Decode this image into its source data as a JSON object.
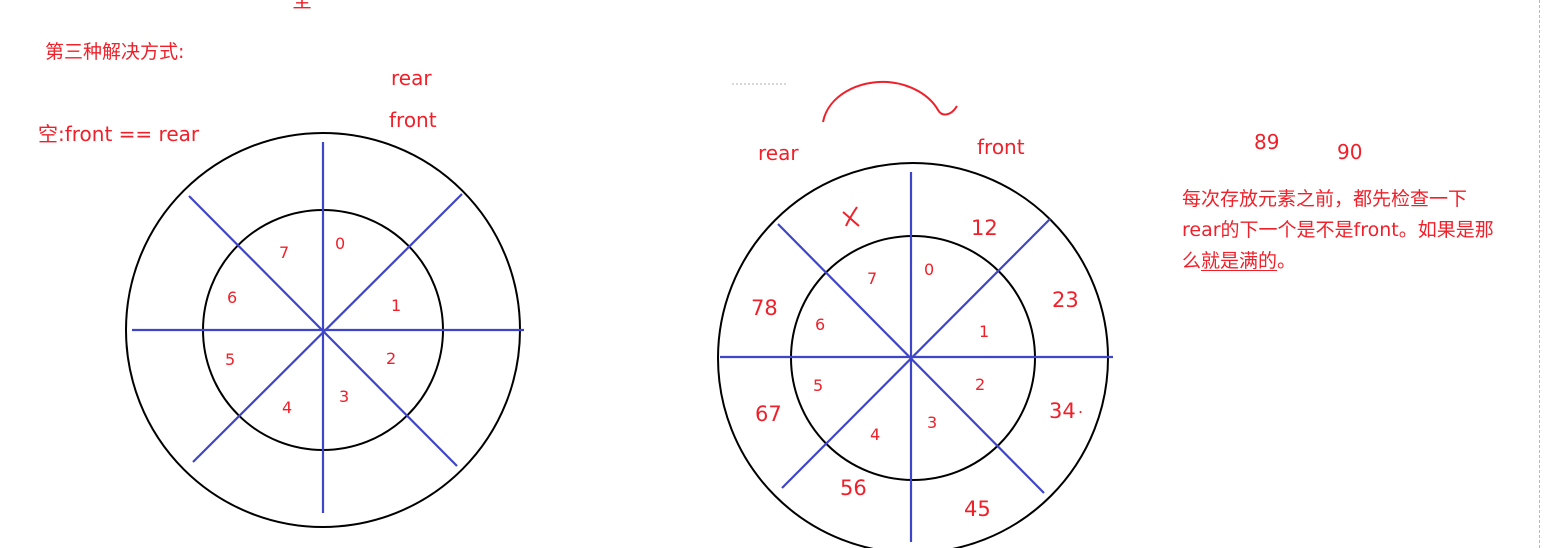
{
  "heading": "第三种解决方式:",
  "empty_condition": "空:front == rear",
  "top_fragment": "全",
  "left_diagram": {
    "rear_label": "rear",
    "front_label": "front",
    "slots": [
      "0",
      "1",
      "2",
      "3",
      "4",
      "5",
      "6",
      "7"
    ]
  },
  "right_diagram": {
    "rear_label": "rear",
    "front_label": "front",
    "slots": [
      "0",
      "1",
      "2",
      "3",
      "4",
      "5",
      "6",
      "7"
    ],
    "values": [
      "12",
      "23",
      "34",
      "45",
      "56",
      "67",
      "78"
    ],
    "cross_mark": "x",
    "dot_mark": "."
  },
  "side_numbers": [
    "89",
    "90"
  ],
  "note": {
    "line1": "每次存放元素之前，都先检查一下",
    "line2": "rear的下一个是不是front。如果是那",
    "line3_prefix": "么",
    "line3_underlined": "就是满的",
    "line3_suffix": "。"
  },
  "colors": {
    "annotation": "#f0202a",
    "divider_lines": "#3f45c8",
    "circle_outline": "#000000"
  }
}
